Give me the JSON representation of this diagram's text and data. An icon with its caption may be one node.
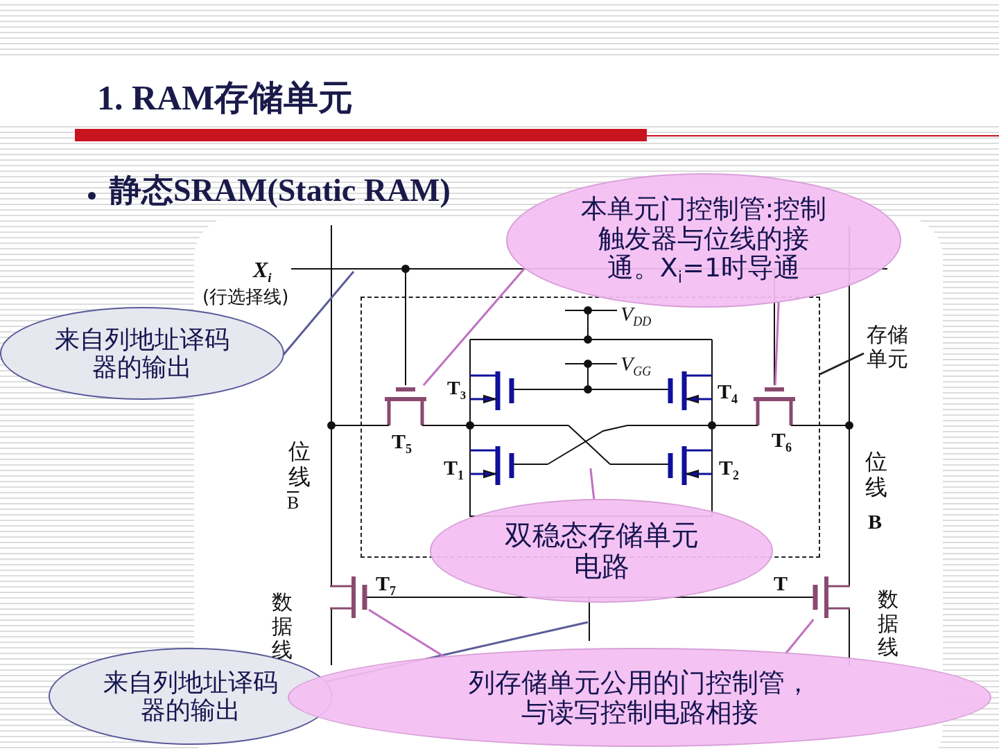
{
  "diagram": {
    "title": "1. RAM存储单元",
    "nodes": [
      {
        "text": [
          "本单元门控制管:控制触发器与位线的接通。X$_{i}$=1时导通"
        ]
      },
      {
        "text": [
          "来自列地址译码器的输出"
        ]
      },
      {
        "text": [],
        "shape": "box"
      },
      {
        "text": [
          "存储单元"
        ]
      },
      {
        "text": [
          "双稳态存储单元电路"
        ]
      },
      {
        "text": [
          "来自列地址译码器的输出"
        ]
      },
      {
        "text": [
          "列存储单元公用的门控制管，与读写控制电路相接"
        ]
      },
      {
        "text": [],
        "shape": "transistor",
        "in": 2
      },
      {
        "text": [],
        "shape": "transistor",
        "in": 2
      },
      {
        "text": [],
        "shape": "picture",
        "in": 2
      },
      {
        "text": [],
        "shape": "transistor"
      },
      {
        "text": [],
        "shape": "transistor"
      }
    ],
    "edges": [
      {
        "from": 0,
        "to": 7,
        "arrow": "none"
      },
      {
        "from": 0,
        "to": 8,
        "arrow": "none"
      },
      {
        "from": 1,
        "to": null,
        "arrow": "none",
        "color": "#5a5a9a"
      },
      {
        "from": 3,
        "to": 2,
        "arrow": "none",
        "color": "#222222"
      },
      {
        "from": 4,
        "to": 9,
        "arrow": "none"
      },
      {
        "from": 5,
        "to": null,
        "arrow": "none",
        "color": "#5a5a9a"
      },
      {
        "from": 6,
        "to": 10,
        "arrow": "none"
      },
      {
        "from": 6,
        "to": 11,
        "arrow": "none"
      }
    ],
    "labels": [
      "静态SRAM(Static RAM)",
      "X$_{i}$",
      "(行选择线)",
      "V$_{DD}$",
      "V$_{GG}$",
      "T$_{3}$",
      "T$_{4}$",
      "T$_{5}$",
      "T$_{6}$",
      "T$_{1}$",
      "T$_{2}$",
      "位线",
      "B",
      "位线",
      "B",
      "T$_{7}$",
      "T",
      "数据线",
      "数据线"
    ]
  }
}
